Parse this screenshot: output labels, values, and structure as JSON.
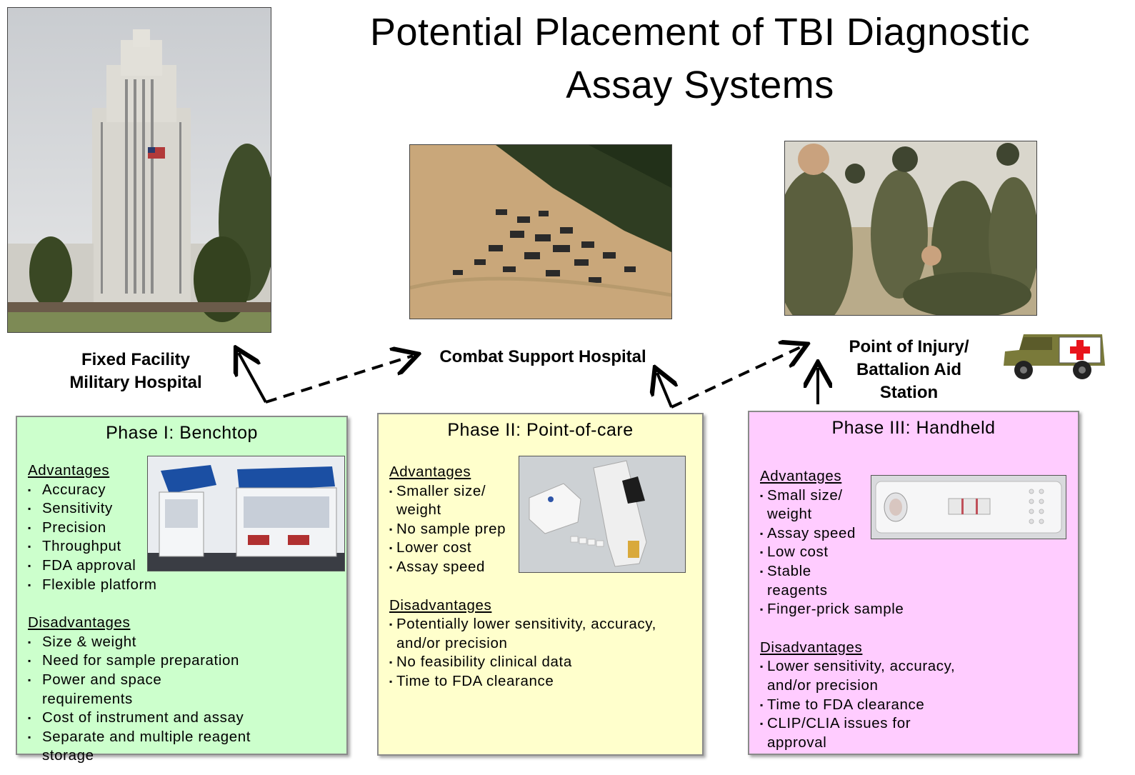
{
  "title": {
    "line1": "Potential Placement of TBI Diagnostic",
    "line2": "Assay Systems"
  },
  "locations": {
    "fixed": {
      "line1": "Fixed Facility",
      "line2": "Military Hospital"
    },
    "csh": {
      "label": "Combat Support Hospital"
    },
    "poi": {
      "line1": "Point of Injury/",
      "line2": "Battalion Aid",
      "line3": "Station"
    }
  },
  "phases": [
    {
      "title": "Phase I: Benchtop",
      "advantages_heading": "Advantages",
      "advantages": [
        "Accuracy",
        "Sensitivity",
        "Precision",
        "Throughput",
        "FDA approval",
        "Flexible platform"
      ],
      "disadvantages_heading": "Disadvantages",
      "disadvantages": [
        "Size & weight",
        "Need for sample preparation",
        "Power and space requirements",
        "Cost of instrument and assay",
        "Separate and multiple reagent storage"
      ],
      "bg": "#ccffcc"
    },
    {
      "title": "Phase II: Point-of-care",
      "advantages_heading": "Advantages",
      "advantages": [
        "Smaller size/ weight",
        "No sample prep",
        "Lower cost",
        "Assay speed"
      ],
      "disadvantages_heading": "Disadvantages",
      "disadvantages": [
        "Potentially lower sensitivity, accuracy, and/or precision",
        "No feasibility clinical data",
        "Time to FDA clearance"
      ],
      "bg": "#ffffcc"
    },
    {
      "title": "Phase III: Handheld",
      "advantages_heading": "Advantages",
      "advantages": [
        "Small size/ weight",
        "Assay speed",
        "Low cost",
        "Stable reagents",
        "Finger-prick sample"
      ],
      "disadvantages_heading": "Disadvantages",
      "disadvantages": [
        "Lower sensitivity, accuracy, and/or precision",
        "Time to FDA clearance",
        "CLIP/CLIA issues for approval"
      ],
      "bg": "#ffccff"
    }
  ],
  "colors": {
    "arrow": "#000000",
    "cross": "#e8141b",
    "vehicle": "#7a7a3a"
  }
}
